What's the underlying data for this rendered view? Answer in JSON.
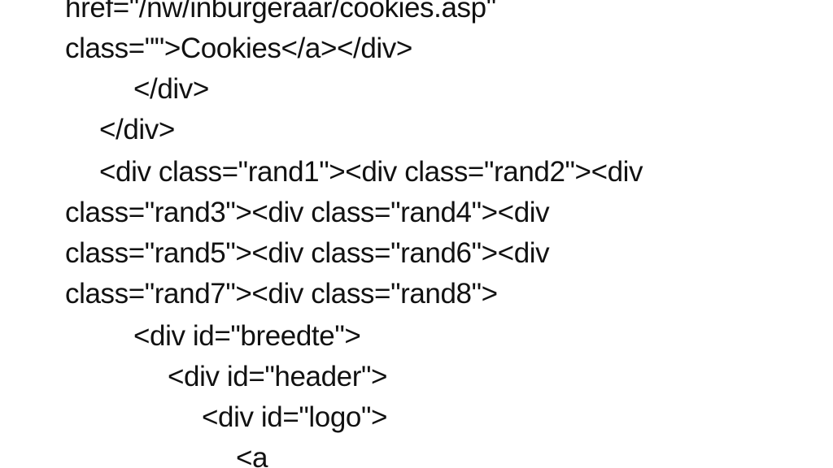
{
  "slide": {
    "background": "#ffffff",
    "text_color": "#111111",
    "lines": [
      "href=\"/nw/inburgeraar/cookies.asp\"",
      "class=\"\">Cookies</a></div>",
      "</div>",
      "</div>",
      "<div class=\"rand1\"><div class=\"rand2\"><div",
      "class=\"rand3\"><div class=\"rand4\"><div",
      "class=\"rand5\"><div class=\"rand6\"><div",
      "class=\"rand7\"><div class=\"rand8\">",
      "<div id=\"breedte\">",
      "<div id=\"header\">",
      "<div id=\"logo\">",
      "<a"
    ]
  }
}
